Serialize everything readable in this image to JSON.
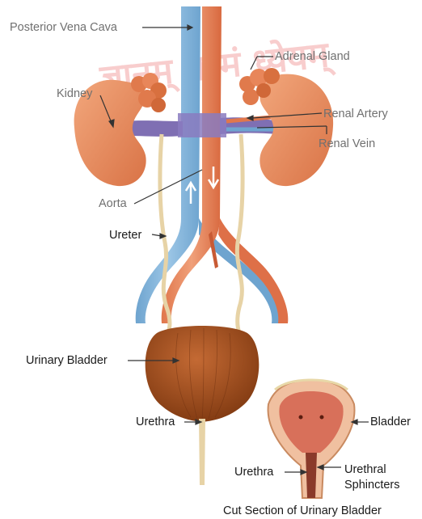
{
  "labels": {
    "posterior_vena_cava": "Posterior Vena Cava",
    "adrenal_gland": "Adrenal Gland",
    "kidney": "Kidney",
    "renal_artery": "Renal Artery",
    "renal_vein": "Renal Vein",
    "aorta": "Aorta",
    "ureter": "Ureter",
    "urinary_bladder": "Urinary Bladder",
    "urethra": "Urethra",
    "bladder": "Bladder",
    "urethra_section": "Urethra",
    "urethral_sphincters_line1": "Urethral",
    "urethral_sphincters_line2": "Sphincters",
    "caption": "Cut Section of Urinary Bladder"
  },
  "watermark_text": "ज्ञानम् परमं ध्येयम्",
  "colors": {
    "vein_blue": "#7fb0d6",
    "artery_orange": "#e8845a",
    "kidney": "#e98a5c",
    "bladder": "#9b4a1c",
    "ureter": "#e7d3a6",
    "label_grey": "#707070",
    "label_dark": "#1a1a1a"
  }
}
